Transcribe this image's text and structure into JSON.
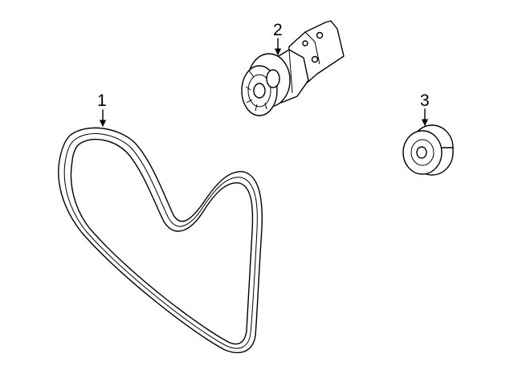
{
  "callouts": [
    {
      "id": "1",
      "part": "serpentine-belt"
    },
    {
      "id": "2",
      "part": "belt-tensioner"
    },
    {
      "id": "3",
      "part": "idler-pulley"
    }
  ],
  "colors": {
    "line": "#000000",
    "background": "#ffffff"
  }
}
